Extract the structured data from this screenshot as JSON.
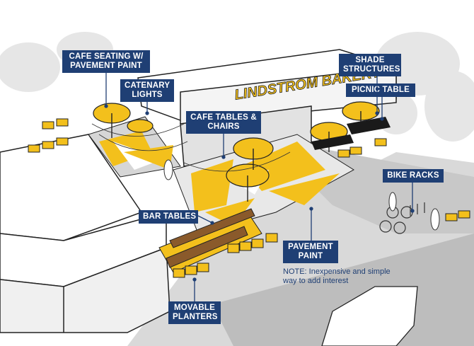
{
  "building_sign": "LINDSTROM BAKERY",
  "labels": {
    "cafe_seating": "CAFE SEATING W/\nPAVEMENT PAINT",
    "catenary_lights": "CATENARY\nLIGHTS",
    "cafe_tables": "CAFE TABLES &\nCHAIRS",
    "shade_structures": "SHADE\nSTRUCTURES",
    "picnic_table": "PICNIC TABLE",
    "bike_racks": "BIKE RACKS",
    "bar_tables": "BAR TABLES",
    "pavement_paint": "PAVEMENT\nPAINT",
    "movable_planters": "MOVABLE\nPLANTERS"
  },
  "note": "NOTE: Inexpensive and simple way to add interest",
  "colors": {
    "accent_yellow": "#f3c01c",
    "label_navy": "#1f3f74",
    "pavement_gray": "#cfcfcf",
    "outline": "#222222"
  }
}
